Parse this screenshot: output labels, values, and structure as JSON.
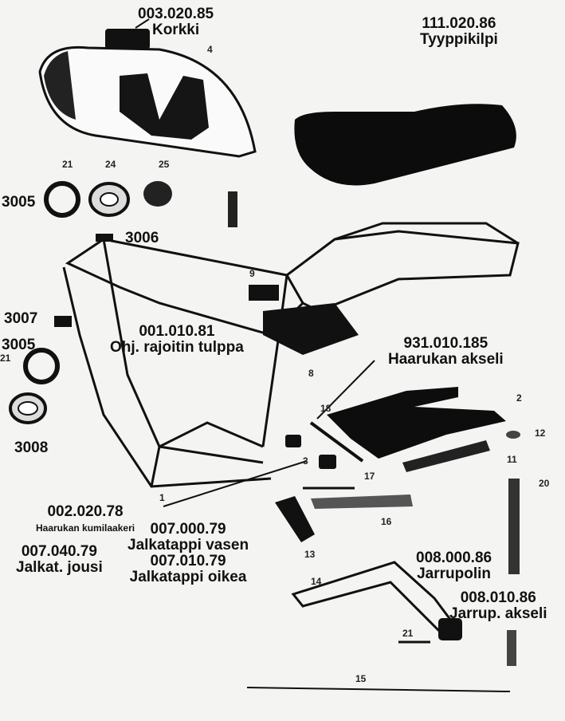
{
  "parts": [
    {
      "id": "korkki",
      "code": "003.020.85",
      "name": "Korkki"
    },
    {
      "id": "tyyppikilpi",
      "code": "111.020.86",
      "name": "Tyyppikilpi"
    },
    {
      "id": "p3005a",
      "code": "3005"
    },
    {
      "id": "p3006",
      "code": "3006"
    },
    {
      "id": "p3007",
      "code": "3007"
    },
    {
      "id": "p3005b",
      "code": "3005"
    },
    {
      "id": "p3008",
      "code": "3008"
    },
    {
      "id": "tulppa",
      "code": "001.010.81",
      "name": "Ohj. rajoitin tulppa"
    },
    {
      "id": "akseli",
      "code": "931.010.185",
      "name": "Haarukan akseli"
    },
    {
      "id": "kumilaakeri",
      "code": "002.020.78",
      "name": "Haarukan kumilaakeri"
    },
    {
      "id": "vasen",
      "code": "007.000.79",
      "name": "Jalkatappi vasen"
    },
    {
      "id": "oikea",
      "code": "007.010.79",
      "name": "Jalkatappi oikea"
    },
    {
      "id": "jousi",
      "code": "007.040.79",
      "name": "Jalkat. jousi"
    },
    {
      "id": "jarrupolin",
      "code": "008.000.86",
      "name": "Jarrupolin"
    },
    {
      "id": "jarrupakseli",
      "code": "008.010.86",
      "name": "Jarrup. akseli"
    }
  ],
  "callouts": [
    "4",
    "21",
    "24",
    "25",
    "9",
    "8",
    "21",
    "18",
    "2",
    "12",
    "3",
    "17",
    "11",
    "20",
    "1",
    "16",
    "13",
    "14",
    "21",
    "15"
  ]
}
